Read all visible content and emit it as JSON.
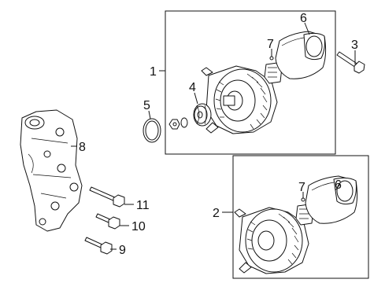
{
  "callouts": {
    "c1": "1",
    "c2": "2",
    "c3": "3",
    "c4": "4",
    "c5": "5",
    "c6": "6",
    "c6b": "6",
    "c7": "7",
    "c7b": "7",
    "c8": "8",
    "c9": "9",
    "c10": "10",
    "c11": "11"
  }
}
